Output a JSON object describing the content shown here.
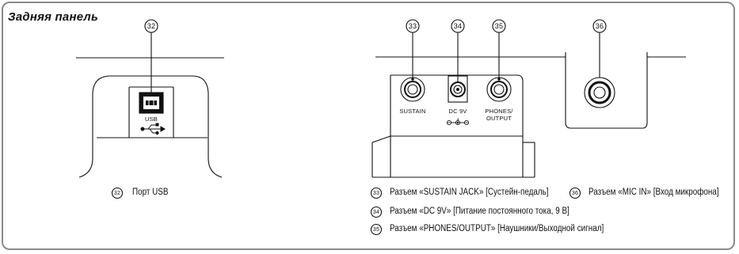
{
  "panel": {
    "title": "Задняя панель"
  },
  "callouts": {
    "c32": "32",
    "c33": "33",
    "c34": "34",
    "c35": "35",
    "c36": "36"
  },
  "jacks": {
    "usb": "USB",
    "sustain": "SUSTAIN",
    "dc": "DC 9V",
    "phones_line1": "PHONES/",
    "phones_line2": "OUTPUT"
  },
  "legend": [
    {
      "num": "32",
      "text": "Порт USB"
    },
    {
      "num": "33",
      "text": "Разъем «SUSTAIN  JACK» [Сустейн-педаль]"
    },
    {
      "num": "34",
      "text": "Разъем «DC 9V» [Питание постоянного тока, 9 В]"
    },
    {
      "num": "35",
      "text": "Разъем «PHONES/OUTPUT» [Наушники/Выходной сигнал]"
    },
    {
      "num": "36",
      "text": "Разъем «MIC IN» [Вход микрофона]"
    }
  ]
}
